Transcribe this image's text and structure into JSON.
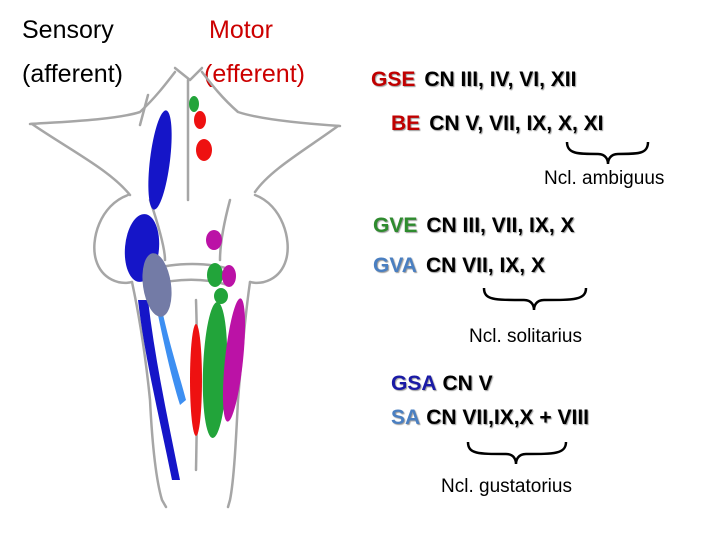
{
  "colors": {
    "gse": "#c00000",
    "be": "#c00000",
    "gve": "#2e8b2e",
    "gva": "#4a7fc1",
    "gsa": "#1a1aa6",
    "sa": "#4a7fc1",
    "header_motor": "#cc0000",
    "outline": "#a6a6a6",
    "nucleus_dark_blue": "#1515c8",
    "nucleus_light_blue": "#3d8ff2",
    "nucleus_slate": "#737ba6",
    "nucleus_red": "#ee1111",
    "nucleus_green": "#22a43a",
    "nucleus_magenta": "#bb12a6"
  },
  "headers": {
    "sensory": "Sensory",
    "afferent": "(afferent)",
    "motor": "Motor",
    "efferent": "(efferent)"
  },
  "groups": [
    {
      "tag": "GSE",
      "nerves": "CN III, IV, VI, XII"
    },
    {
      "tag": "BE",
      "nerves": "CN V, VII, IX, X, XI"
    },
    {
      "tag": "GVE",
      "nerves": "CN III, VII, IX, X"
    },
    {
      "tag": "GVA",
      "nerves": "CN VII, IX, X"
    },
    {
      "tag": "GSA",
      "nerves": "CN V"
    },
    {
      "tag": "SA",
      "nerves": "CN VII,IX,X + VIII"
    }
  ],
  "nuclei": {
    "ambiguus": "Ncl. ambiguus",
    "solitarius": "Ncl. solitarius",
    "gustatorius": "Ncl. gustatorius"
  }
}
